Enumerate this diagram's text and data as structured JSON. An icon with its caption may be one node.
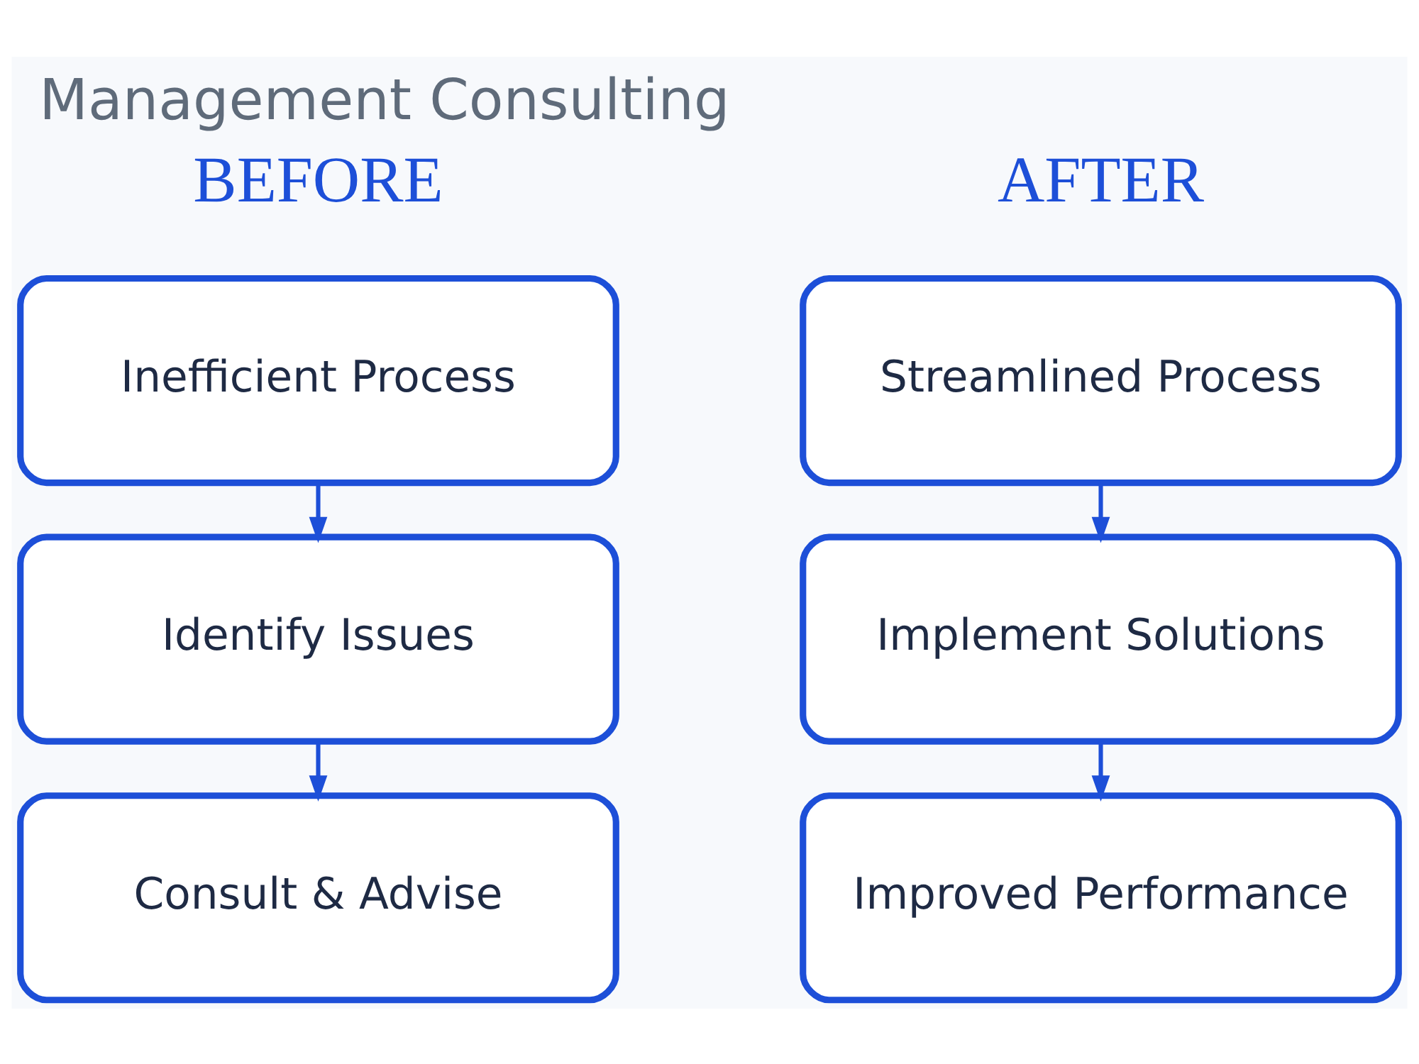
{
  "diagram": {
    "title": "Management Consulting",
    "nodes": [
      {
        "text": [
          "Inefficient Process"
        ]
      },
      {
        "text": [
          "Identify Issues"
        ]
      },
      {
        "text": [
          "Consult & Advise"
        ]
      },
      {
        "text": [
          "Streamlined Process"
        ]
      },
      {
        "text": [
          "Implement Solutions"
        ]
      },
      {
        "text": [
          "Improved Performance"
        ]
      }
    ],
    "edges": [
      {
        "from": 0,
        "to": 1,
        "arrow": "to"
      },
      {
        "from": 1,
        "to": 2,
        "arrow": "to"
      },
      {
        "from": 3,
        "to": 4,
        "arrow": "to"
      },
      {
        "from": 4,
        "to": 5,
        "arrow": "to"
      }
    ],
    "labels": [
      "BEFORE",
      "AFTER"
    ]
  }
}
